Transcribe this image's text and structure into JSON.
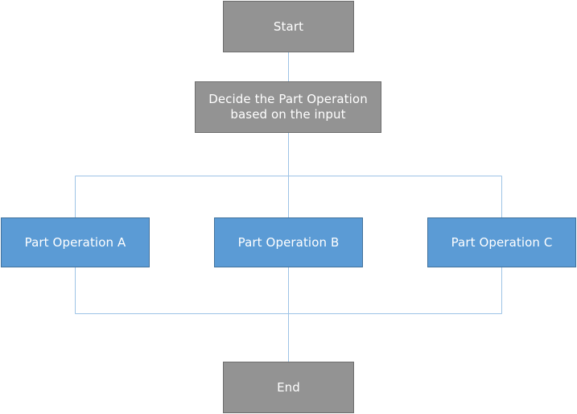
{
  "diagram": {
    "type": "flowchart",
    "nodes": {
      "start": {
        "label": "Start"
      },
      "decide": {
        "label": "Decide the Part Operation\nbased on the input"
      },
      "part_a": {
        "label": "Part Operation A"
      },
      "part_b": {
        "label": "Part Operation B"
      },
      "part_c": {
        "label": "Part Operation C"
      },
      "end": {
        "label": "End"
      }
    },
    "edges": [
      {
        "from": "start",
        "to": "decide"
      },
      {
        "from": "decide",
        "to": "part_a"
      },
      {
        "from": "decide",
        "to": "part_b"
      },
      {
        "from": "decide",
        "to": "part_c"
      },
      {
        "from": "part_a",
        "to": "end"
      },
      {
        "from": "part_b",
        "to": "end"
      },
      {
        "from": "part_c",
        "to": "end"
      }
    ],
    "colors": {
      "terminal_node_fill": "#939393",
      "operation_node_fill": "#5b9bd5",
      "connector_line": "#9dc3e6",
      "node_text": "#ffffff"
    }
  }
}
